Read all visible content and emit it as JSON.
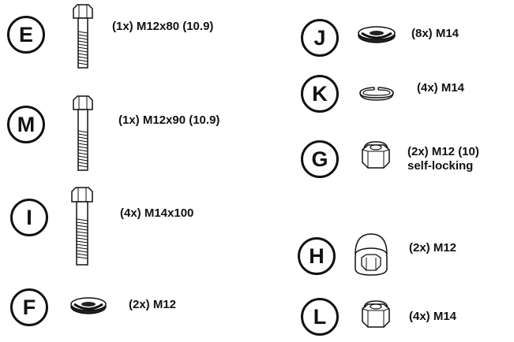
{
  "items": {
    "E": {
      "letter": "E",
      "desc": "(1x) M12x80 (10.9)",
      "icon": "bolt-icon"
    },
    "M": {
      "letter": "M",
      "desc": "(1x) M12x90 (10.9)",
      "icon": "bolt-icon"
    },
    "I": {
      "letter": "I",
      "desc": "(4x) M14x100",
      "icon": "bolt-icon"
    },
    "F": {
      "letter": "F",
      "desc": "(2x) M12",
      "icon": "washer-icon"
    },
    "J": {
      "letter": "J",
      "desc": "(8x) M14",
      "icon": "washer-icon"
    },
    "K": {
      "letter": "K",
      "desc": "(4x) M14",
      "icon": "split-lock-washer-icon"
    },
    "G": {
      "letter": "G",
      "desc": "(2x) M12 (10)",
      "desc2": "self-locking",
      "icon": "lock-nut-icon"
    },
    "H": {
      "letter": "H",
      "desc": "(2x) M12",
      "icon": "cap-nut-icon"
    },
    "L": {
      "letter": "L",
      "desc": "(4x) M14",
      "icon": "lock-nut-icon"
    }
  }
}
